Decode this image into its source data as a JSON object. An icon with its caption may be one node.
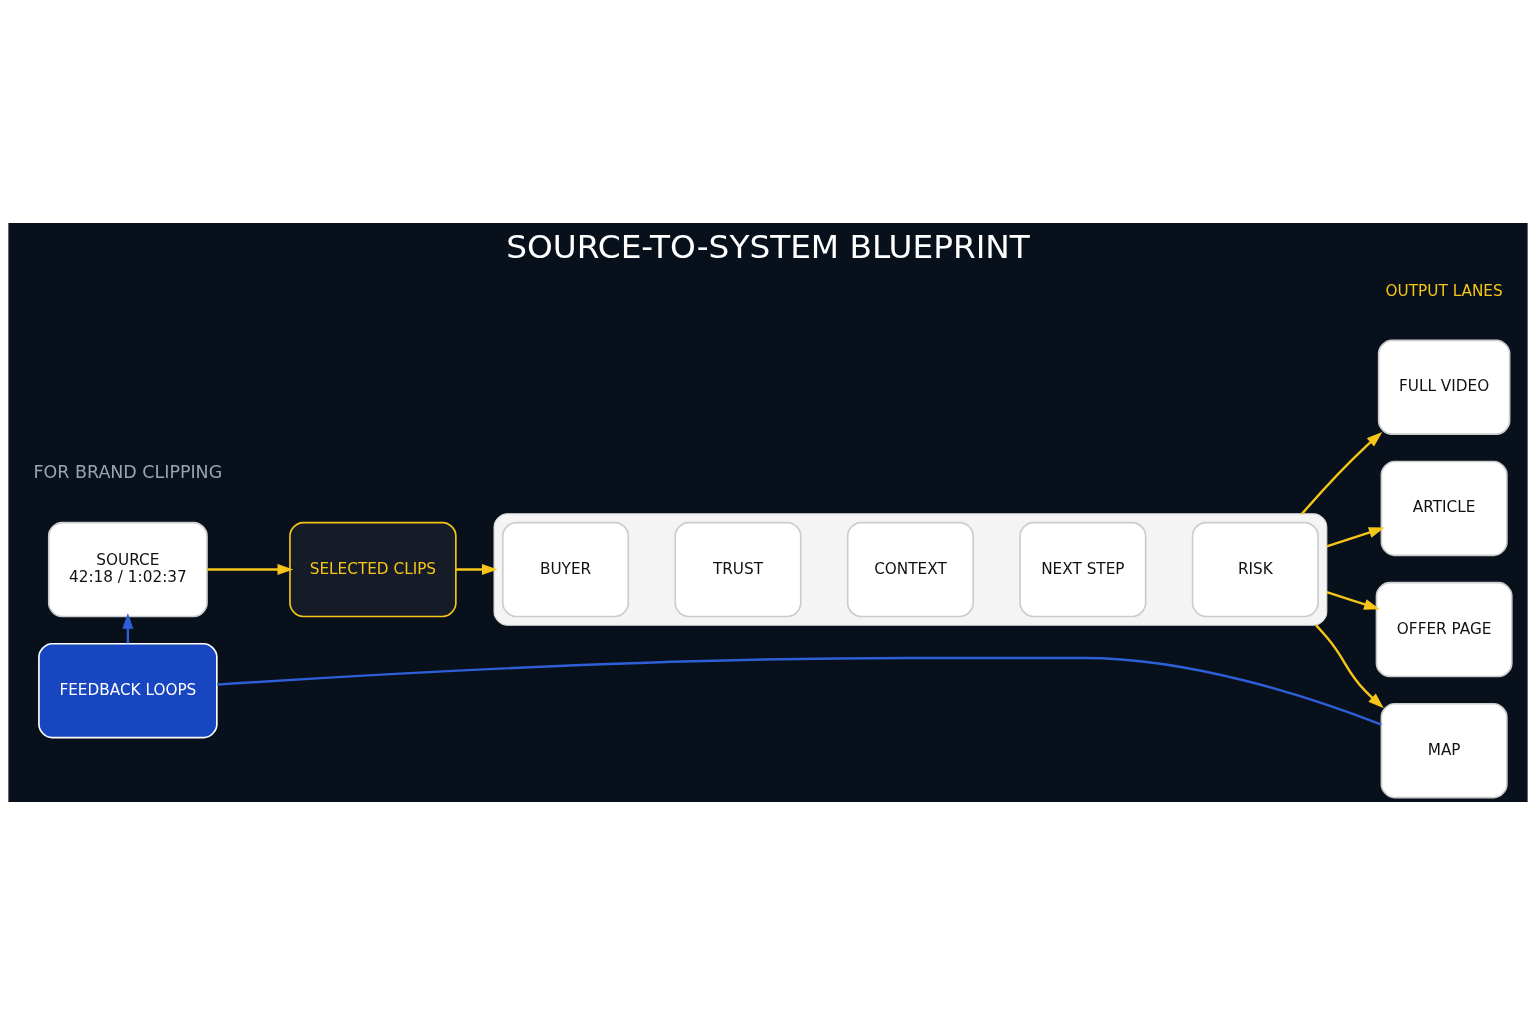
{
  "diagram": {
    "title": "SOURCE-TO-SYSTEM BLUEPRINT",
    "nodes": [
      {
        "text": [
          "SOURCE",
          "42:18 / 1:02:37"
        ]
      },
      {
        "text": [
          "SELECTED CLIPS"
        ]
      },
      {
        "text": [],
        "shape": "box"
      },
      {
        "text": [
          "BUYER"
        ],
        "in": 2
      },
      {
        "text": [
          "TRUST"
        ],
        "in": 2
      },
      {
        "text": [
          "CONTEXT"
        ],
        "in": 2
      },
      {
        "text": [
          "NEXT STEP"
        ],
        "in": 2
      },
      {
        "text": [
          "RISK"
        ],
        "in": 2
      },
      {
        "text": [
          "FULL VIDEO"
        ]
      },
      {
        "text": [
          "ARTICLE"
        ]
      },
      {
        "text": [
          "OFFER PAGE"
        ]
      },
      {
        "text": [
          "MAP"
        ]
      },
      {
        "text": [
          "FEEDBACK LOOPS"
        ]
      }
    ],
    "edges": [
      {
        "from": 0,
        "to": 1,
        "arrow": "to"
      },
      {
        "from": 1,
        "to": 2,
        "arrow": "to"
      },
      {
        "from": 2,
        "to": 8,
        "arrow": "to"
      },
      {
        "from": 2,
        "to": 9,
        "arrow": "to"
      },
      {
        "from": 2,
        "to": 10,
        "arrow": "to"
      },
      {
        "from": 2,
        "to": 11,
        "arrow": "to"
      },
      {
        "from": 11,
        "to": 12,
        "arrow": "none",
        "color": "#2f5fd6"
      },
      {
        "from": 12,
        "to": 0,
        "arrow": "to",
        "color": "#2f5fd6"
      }
    ],
    "labels": [
      "FOR BRAND CLIPPING",
      "OUTPUT LANES"
    ]
  }
}
